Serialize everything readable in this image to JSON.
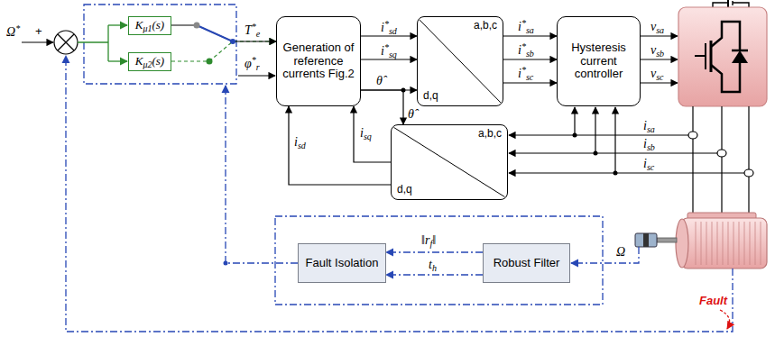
{
  "diagram": {
    "nodes": [
      {
        "text": [
          "Kμ1(s)"
        ]
      },
      {
        "text": [
          "Kμ2(s)"
        ]
      },
      {
        "text": [
          "Generation of reference currents Fig.2"
        ]
      },
      {
        "text": [
          "a,b,c",
          "d,q"
        ]
      },
      {
        "text": [
          "Hysteresis current controller"
        ]
      },
      {
        "text": [
          "a,b,c",
          "d,q"
        ]
      },
      {
        "text": [
          "Fault Isolation"
        ]
      },
      {
        "text": [
          "Robust Filter"
        ]
      }
    ],
    "edges": [
      {
        "from": 0,
        "to": 2,
        "arrow": "to"
      },
      {
        "from": 1,
        "to": 2,
        "arrow": "to"
      },
      {
        "from": 2,
        "to": 3,
        "label": "i*sd",
        "arrow": "to"
      },
      {
        "from": 2,
        "to": 3,
        "label": "i*sq",
        "arrow": "to"
      },
      {
        "from": 2,
        "to": 3,
        "label": "θ̂",
        "arrow": "to"
      },
      {
        "from": 2,
        "to": 5,
        "label": "θ̂",
        "arrow": "to"
      },
      {
        "from": 3,
        "to": 4,
        "label": "i*sa",
        "arrow": "to"
      },
      {
        "from": 3,
        "to": 4,
        "label": "i*sb",
        "arrow": "to"
      },
      {
        "from": 3,
        "to": 4,
        "label": "i*sc",
        "arrow": "to"
      },
      {
        "from": 5,
        "to": 2,
        "label": "isq",
        "arrow": "to"
      },
      {
        "from": 5,
        "to": 2,
        "label": "isd",
        "arrow": "to"
      },
      {
        "from": 7,
        "to": 6,
        "label": "‖rf‖",
        "arrow": "to"
      },
      {
        "from": 7,
        "to": 6,
        "label": "th",
        "arrow": "to"
      }
    ],
    "labels": [
      "Ω*",
      "+",
      "T*e",
      "φ*r",
      "vsa",
      "vsb",
      "vsc",
      "isa",
      "isb",
      "isc",
      "Ω",
      "Fault"
    ]
  }
}
